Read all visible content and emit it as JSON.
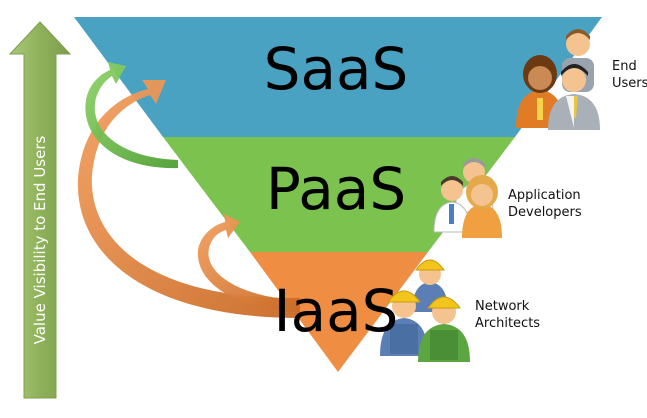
{
  "axis": {
    "label": "Value Visibility to End Users",
    "color": "#8fb15a"
  },
  "layers": [
    {
      "label": "SaaS",
      "color": "#4aa2c3"
    },
    {
      "label": "PaaS",
      "color": "#7cc24e"
    },
    {
      "label": "IaaS",
      "color": "#ef8e43"
    }
  ],
  "roles": [
    {
      "label": "End\nUsers",
      "icon": "business-people-icon"
    },
    {
      "label": "Application\nDevelopers",
      "icon": "developers-icon"
    },
    {
      "label": "Network\nArchitects",
      "icon": "construction-workers-icon"
    }
  ],
  "arrows": {
    "green": "#6cc24a",
    "orange": "#ef8e43"
  }
}
